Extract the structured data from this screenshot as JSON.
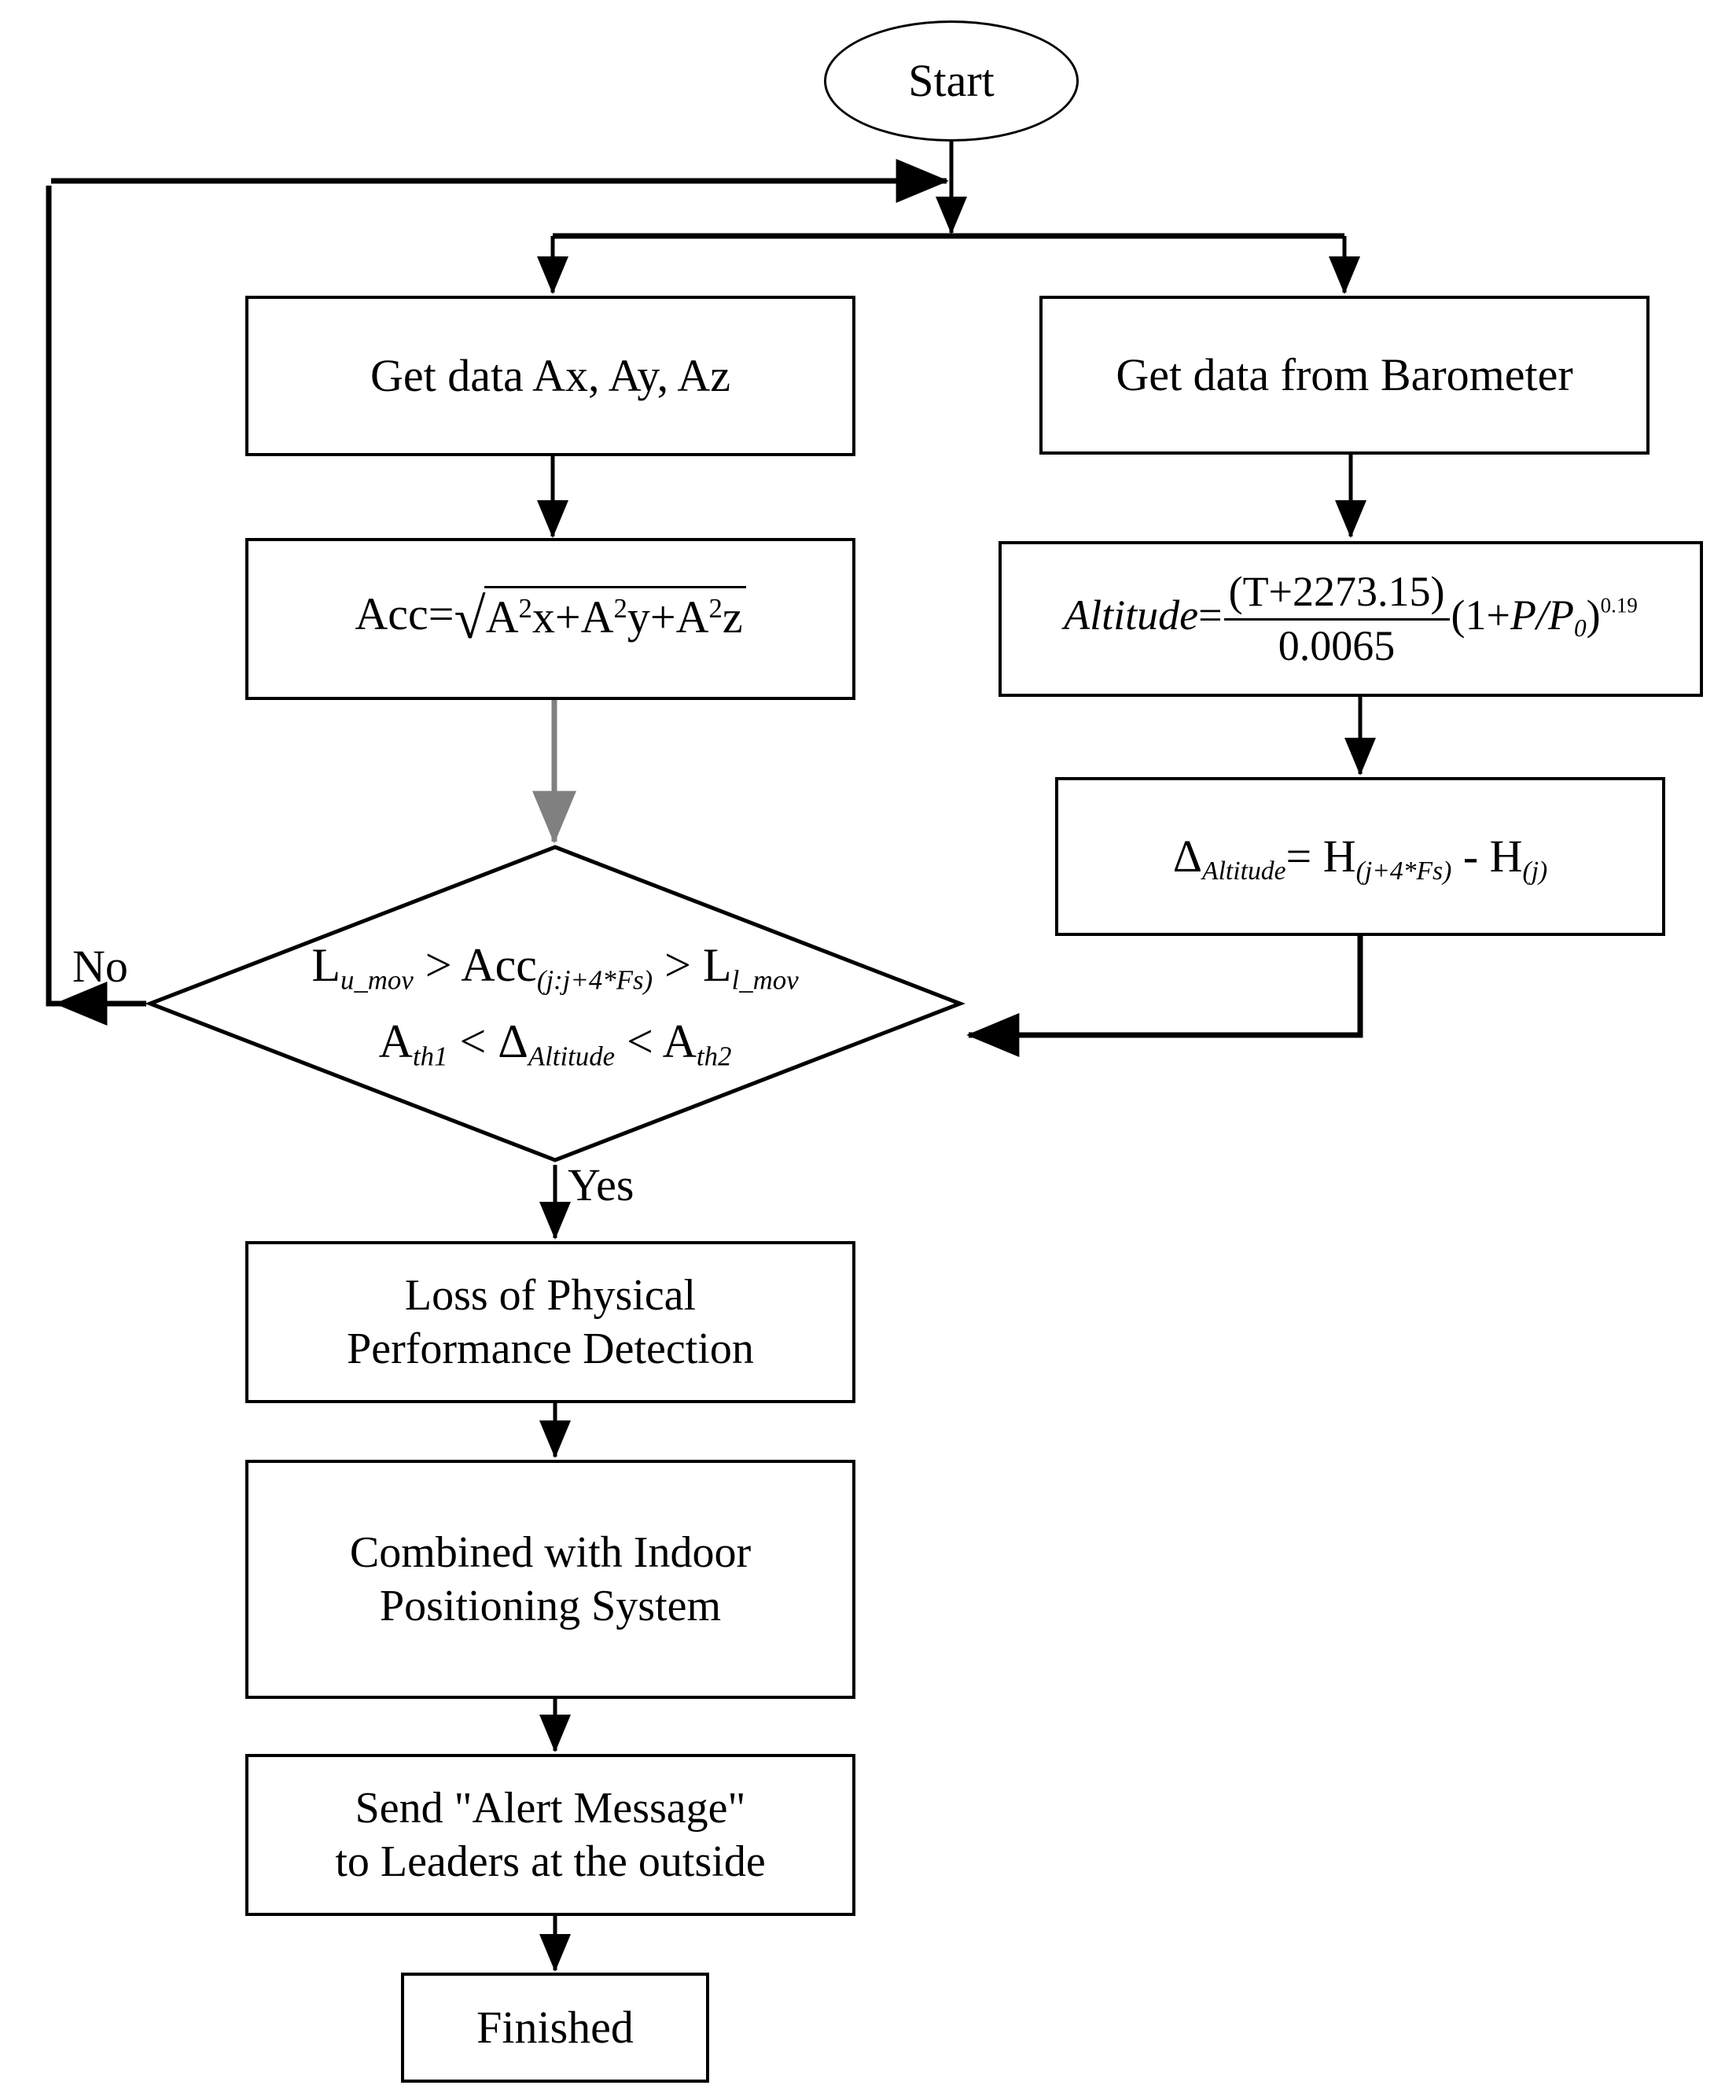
{
  "diagram": {
    "title": "Loss of Physical Performance Detection Flowchart",
    "background_color": "#ffffff",
    "stroke_color": "#000000",
    "gray_arrow_color": "#808080"
  },
  "nodes": {
    "start": {
      "label": "Start",
      "shape": "terminator"
    },
    "get_accel": {
      "label": "Get data Ax, Ay, Az",
      "shape": "process"
    },
    "get_baro": {
      "label": "Get data from Barometer",
      "shape": "process"
    },
    "acc_formula": {
      "shape": "process",
      "lhs": "Acc=",
      "radicand_parts": [
        "A",
        "x+",
        "A",
        "y+",
        "A",
        "z"
      ],
      "exponent": "2",
      "plain": "Acc=sqrt(A^2x+A^2y+A^2z)"
    },
    "altitude_formula": {
      "shape": "process",
      "lhs": "Altitude",
      "equals": "=",
      "numerator": "(T+2273.15)",
      "denominator": "0.0065",
      "factor_open": "(1+",
      "factor_p": "P",
      "factor_slash": "/",
      "factor_p0": "P",
      "factor_p0_sub": "0",
      "factor_close": ")",
      "exponent": "0.19",
      "plain": "Altitude=(T+2273.15)/0.0065 (1+P/P0)^0.19"
    },
    "delta_altitude": {
      "shape": "process",
      "delta": "Δ",
      "delta_sub": "Altitude",
      "equals": "= H",
      "h1_sub": "(j+4*Fs)",
      "minus": " - H",
      "h2_sub": "(j)",
      "plain": "ΔAltitude = H(j+4*Fs) - H(j)"
    },
    "decision": {
      "shape": "decision",
      "line1": {
        "l_main": "L",
        "l_sub": "u_mov",
        "gt1": " > Acc",
        "acc_sub": "(j:j+4*Fs)",
        "gt2": " > L",
        "r_sub": "l_mov"
      },
      "line2": {
        "a1": "A",
        "a1_sub": "th1",
        "lt1": " < ",
        "delta": "Δ",
        "delta_sub": "Altitude",
        "lt2": " < A",
        "a2_sub": "th2"
      },
      "plain_line1": "L_u_mov > Acc_(j:j+4*Fs) > L_l_mov",
      "plain_line2": "A_th1 < Δ_Altitude < A_th2"
    },
    "loss_detect": {
      "line1": "Loss of Physical",
      "line2": "Performance Detection",
      "shape": "process"
    },
    "indoor_pos": {
      "line1": "Combined with Indoor",
      "line2": "Positioning System",
      "shape": "process"
    },
    "send_alert": {
      "line1": "Send \"Alert Message\"",
      "line2": "to Leaders at the outside",
      "shape": "process"
    },
    "finished": {
      "label": "Finished",
      "shape": "process"
    }
  },
  "edge_labels": {
    "no": "No",
    "yes": "Yes"
  }
}
